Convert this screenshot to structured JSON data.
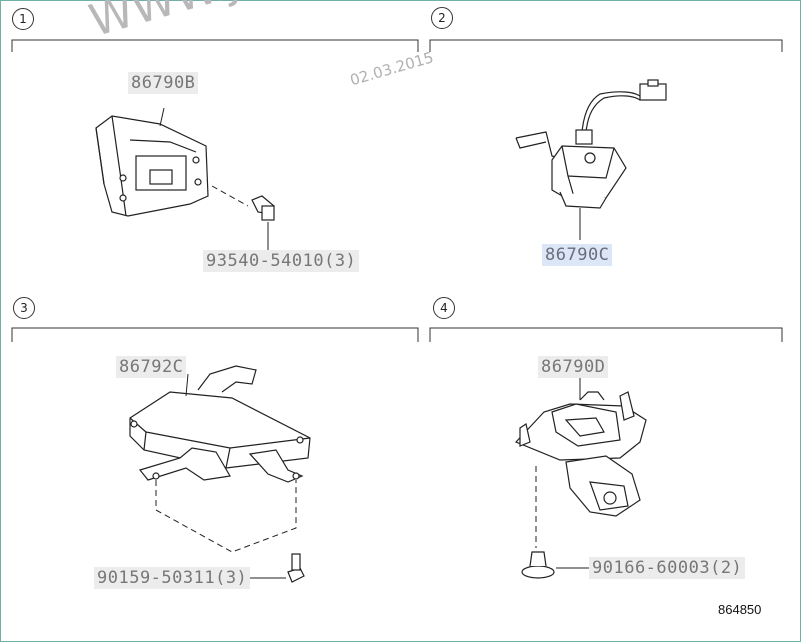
{
  "watermark": {
    "site": "WWW.JAPAN",
    "date": "02.03.2015"
  },
  "sections": [
    {
      "number": "1",
      "part_number": "86790B",
      "fastener": "93540-54010(3)"
    },
    {
      "number": "2",
      "part_number": "86790C"
    },
    {
      "number": "3",
      "part_number": "86792C",
      "fastener": "90159-50311(3)"
    },
    {
      "number": "4",
      "part_number": "86790D",
      "fastener": "90166-60003(2)"
    }
  ],
  "diagram_code": "864850"
}
